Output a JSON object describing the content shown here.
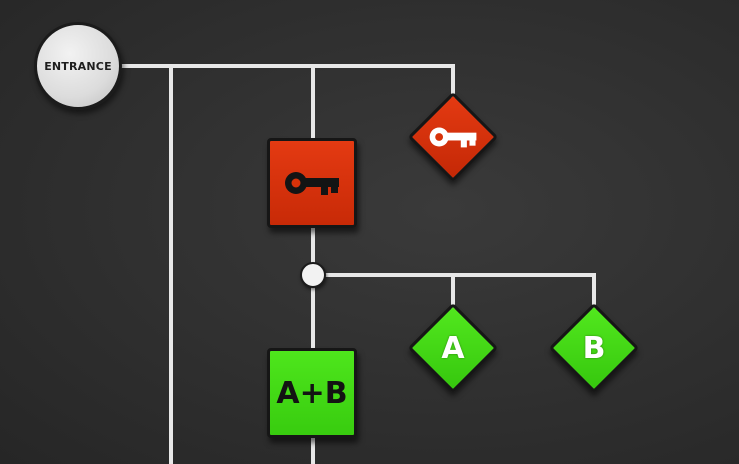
{
  "entrance": {
    "label": "ENTRANCE"
  },
  "lock_square": {
    "icon": "key-icon",
    "color": "#d83209"
  },
  "key_item": {
    "icon": "key-icon",
    "color": "#d83209"
  },
  "junction": {
    "icon": "junction-node"
  },
  "switch_a": {
    "label": "A",
    "color": "#44d816"
  },
  "switch_b": {
    "label": "B",
    "color": "#44d816"
  },
  "combo_gate": {
    "label": "A+B",
    "color": "#44d816"
  },
  "colors": {
    "background": "#2d2d2d",
    "wire": "#e8e8e8",
    "red": "#d83209",
    "green": "#44d816"
  }
}
